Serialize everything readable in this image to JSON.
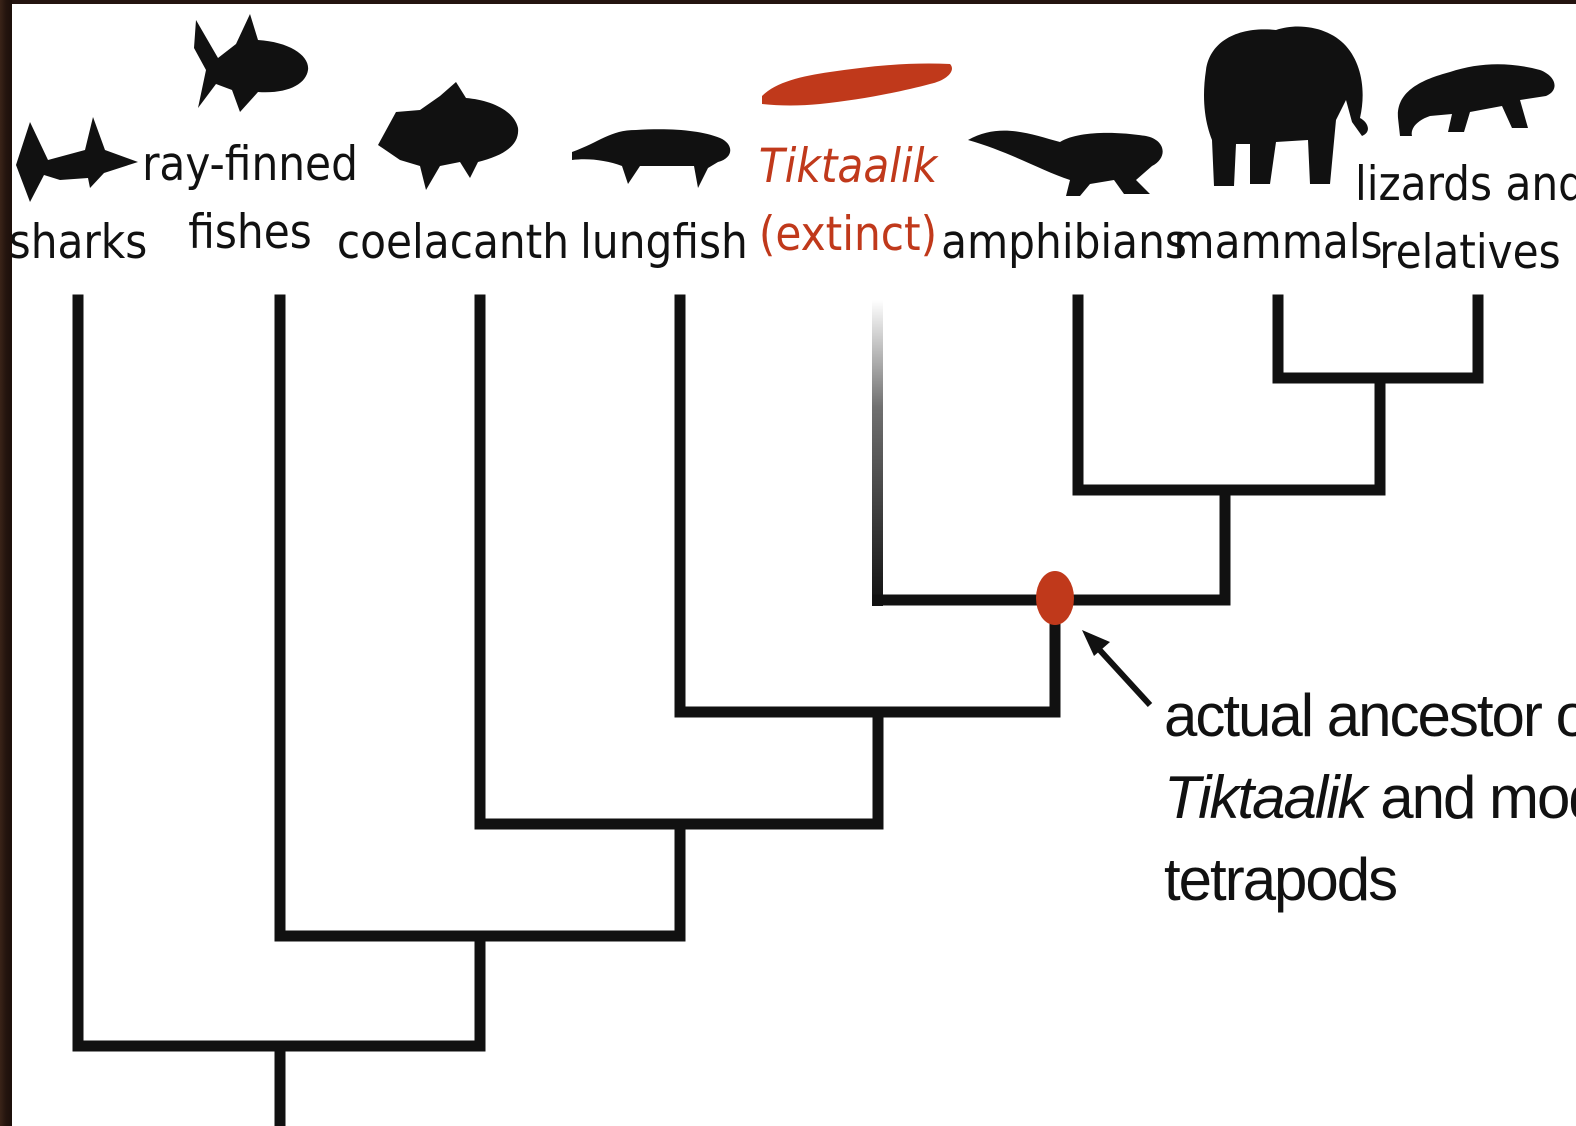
{
  "colors": {
    "background": "#ffffff",
    "lines": "#111111",
    "highlight": "#c0391b",
    "frame": "#241410"
  },
  "taxa": [
    {
      "id": "sharks",
      "lines": [
        "sharks"
      ],
      "icon": "shark-icon"
    },
    {
      "id": "ray-finned",
      "lines": [
        "ray-finned",
        "fishes"
      ],
      "icon": "ray-finned-fish-icon"
    },
    {
      "id": "coelacanth",
      "lines": [
        "coelacanth"
      ],
      "icon": "coelacanth-icon"
    },
    {
      "id": "lungfish",
      "lines": [
        "lungfish"
      ],
      "icon": "lungfish-icon"
    },
    {
      "id": "tiktaalik",
      "lines": [
        "Tiktaalik",
        "(extinct)"
      ],
      "icon": "tiktaalik-icon",
      "highlighted": true
    },
    {
      "id": "amphibians",
      "lines": [
        "amphibians"
      ],
      "icon": "amphibian-icon"
    },
    {
      "id": "mammals",
      "lines": [
        "mammals"
      ],
      "icon": "elephant-icon"
    },
    {
      "id": "lizards",
      "lines": [
        "lizards and",
        "relatives"
      ],
      "icon": "lizard-icon"
    }
  ],
  "annotation": {
    "line1": "actual ancestor of",
    "line2_italic": "Tiktaalik",
    "line2_rest": " and modern",
    "line3": "tetrapods"
  }
}
